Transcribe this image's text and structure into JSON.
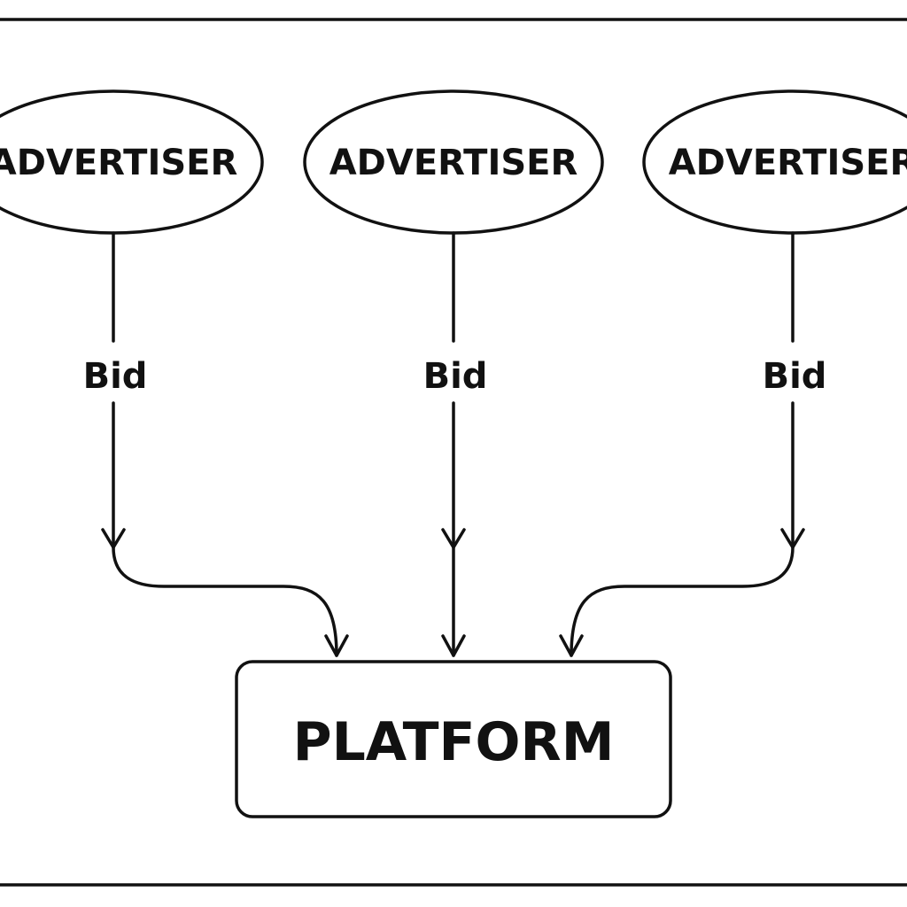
{
  "advertisers": [
    {
      "label": "ADVERTISER",
      "edge_label": "Bid"
    },
    {
      "label": "ADVERTISER",
      "edge_label": "Bid"
    },
    {
      "label": "ADVERTISER",
      "edge_label": "Bid"
    }
  ],
  "platform": {
    "label": "PLATFORM"
  },
  "colors": {
    "ink": "#111111",
    "background": "#ffffff"
  }
}
